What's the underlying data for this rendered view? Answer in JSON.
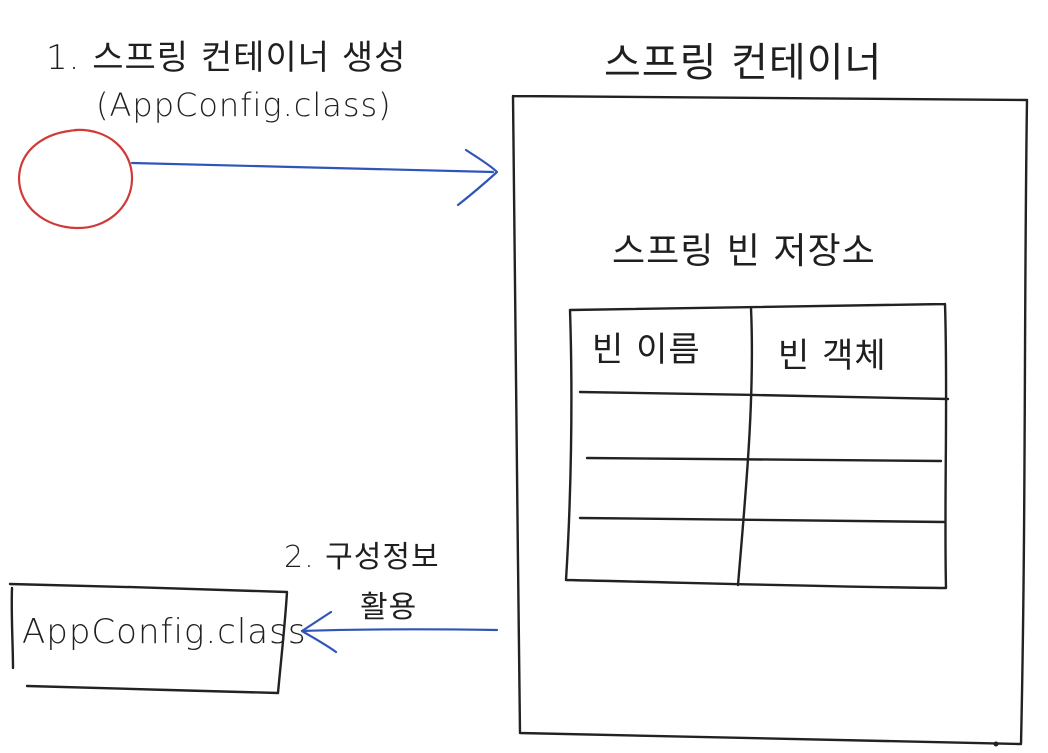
{
  "step1": {
    "title": "1. 스프링 컨테이너 생성",
    "detail": "(AppConfig.class)"
  },
  "container": {
    "title": "스프링 컨테이너",
    "bean_store": {
      "title": "스프링 빈 저장소",
      "headers": [
        "빈 이름",
        "빈 객체"
      ]
    }
  },
  "config_box": {
    "label": "AppConfig.class"
  },
  "step2": {
    "line1": "2. 구성정보",
    "line2": "활용"
  },
  "colors": {
    "circle": "#d03a3a",
    "arrows": "#2f55b8",
    "ink": "#222222"
  }
}
